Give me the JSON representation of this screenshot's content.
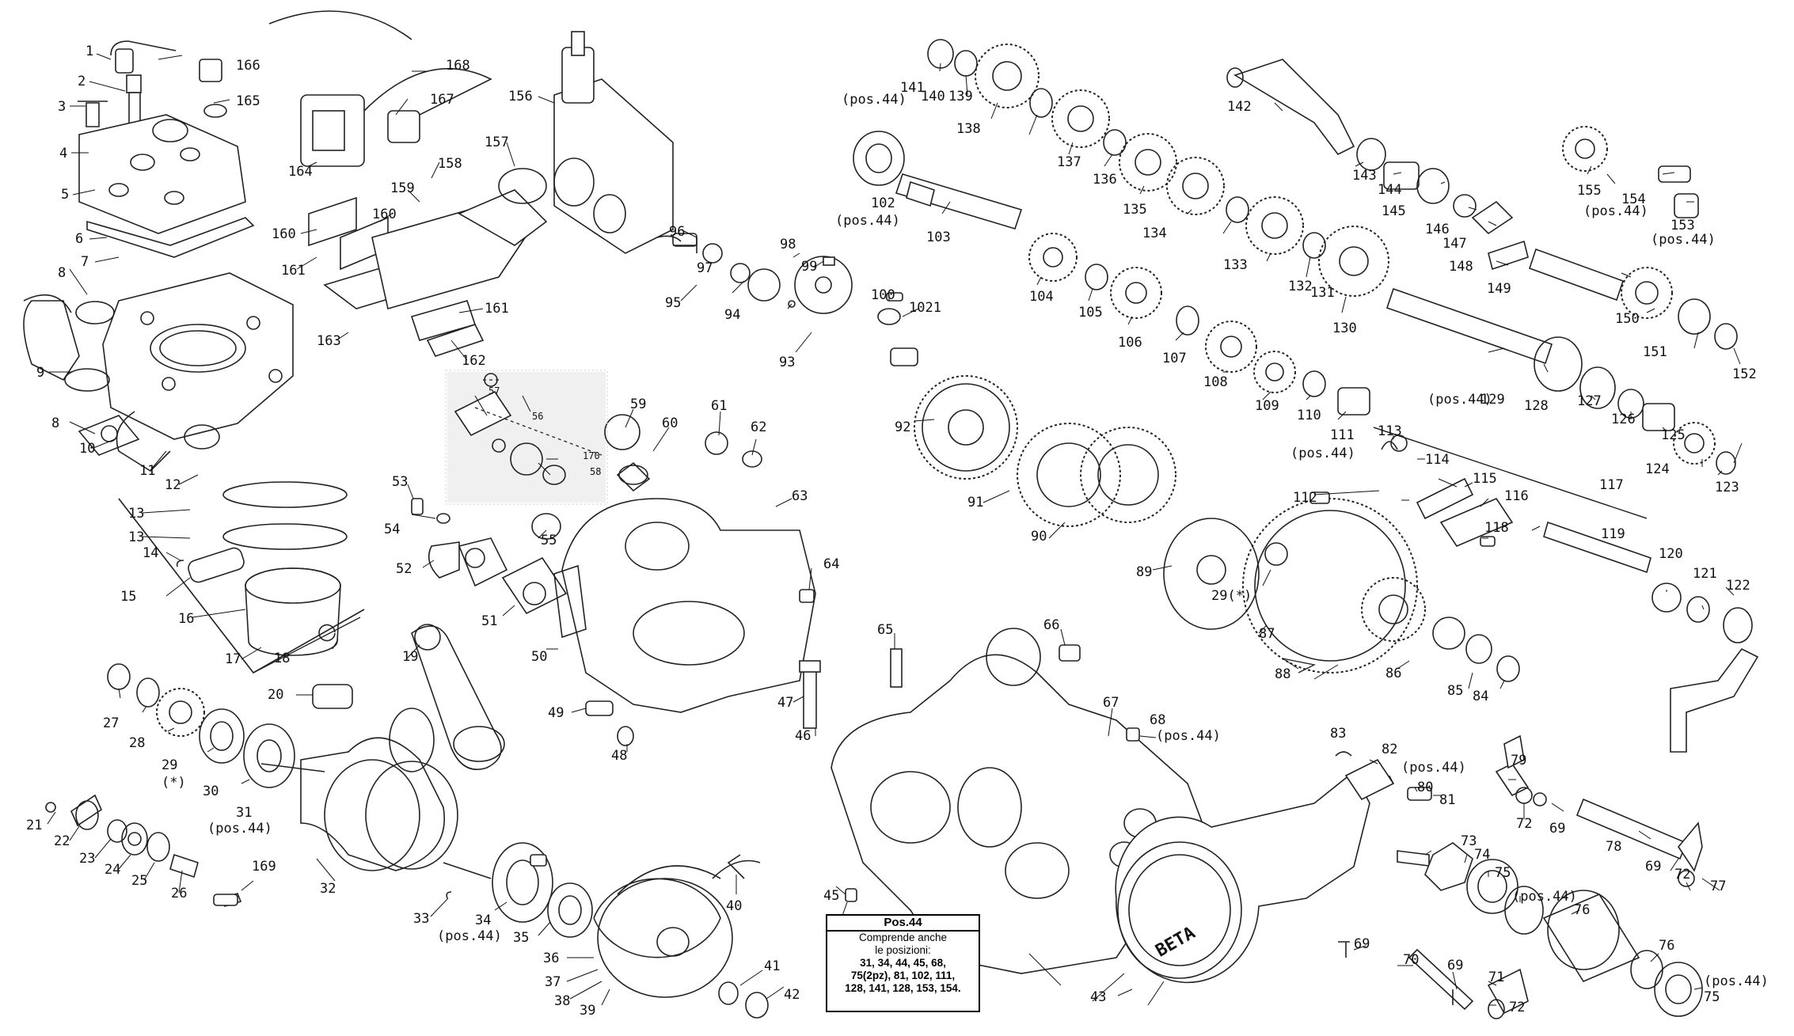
{
  "diagram": {
    "type": "exploded-parts-diagram",
    "brand_mark": "BETA",
    "pos_ref": "(pos.44)",
    "labels": [
      "1",
      "2",
      "3",
      "4",
      "5",
      "6",
      "7",
      "8",
      "8",
      "9",
      "10",
      "11",
      "12",
      "13",
      "13",
      "14",
      "15",
      "16",
      "17",
      "18",
      "19",
      "20",
      "21",
      "22",
      "23",
      "24",
      "25",
      "26",
      "27",
      "28",
      "29",
      "(*)",
      "30",
      "31",
      "(pos.44)",
      "32",
      "33",
      "34",
      "(pos.44)",
      "35",
      "36",
      "37",
      "38",
      "39",
      "40",
      "41",
      "42",
      "43",
      "45",
      "46",
      "47",
      "48",
      "49",
      "50",
      "51",
      "52",
      "53",
      "54",
      "55",
      "56",
      "57",
      "58",
      "170",
      "59",
      "60",
      "61",
      "62",
      "63",
      "64",
      "65",
      "66",
      "67",
      "68",
      "(pos.44)",
      "69",
      "69",
      "69",
      "69",
      "70",
      "71",
      "72",
      "72",
      "72",
      "73",
      "74",
      "75",
      "(pos.44)",
      "75",
      "(pos.44)",
      "76",
      "76",
      "77",
      "78",
      "79",
      "80",
      "81",
      "(pos.44)",
      "82",
      "83",
      "84",
      "85",
      "86",
      "87",
      "88",
      "29(*)",
      "89",
      "90",
      "91",
      "92",
      "93",
      "94",
      "95",
      "96",
      "97",
      "98",
      "99",
      "100",
      "1021",
      "102",
      "(pos.44)",
      "103",
      "104",
      "105",
      "106",
      "107",
      "108",
      "109",
      "110",
      "111",
      "(pos.44)",
      "112",
      "113",
      "114",
      "115",
      "116",
      "117",
      "118",
      "119",
      "120",
      "121",
      "122",
      "123",
      "124",
      "125",
      "126",
      "127",
      "128",
      "(pos.44)",
      "129",
      "130",
      "131",
      "132",
      "133",
      "134",
      "135",
      "136",
      "137",
      "138",
      "139",
      "140",
      "141",
      "(pos.44)",
      "142",
      "143",
      "144",
      "145",
      "146",
      "147",
      "148",
      "149",
      "150",
      "151",
      "152",
      "153",
      "(pos.44)",
      "154",
      "(pos.44)",
      "155",
      "156",
      "157",
      "158",
      "159",
      "160",
      "160",
      "161",
      "161",
      "162",
      "163",
      "164",
      "165",
      "166",
      "167",
      "168",
      "169"
    ]
  },
  "note": {
    "title": "Pos.44",
    "subtitle_lines": [
      "Comprende anche",
      "le posizioni:"
    ],
    "body_lines": [
      "31, 34, 44, 45, 68,",
      "75(2pz), 81, 102, 111,",
      "128, 141, 128, 153, 154."
    ]
  }
}
